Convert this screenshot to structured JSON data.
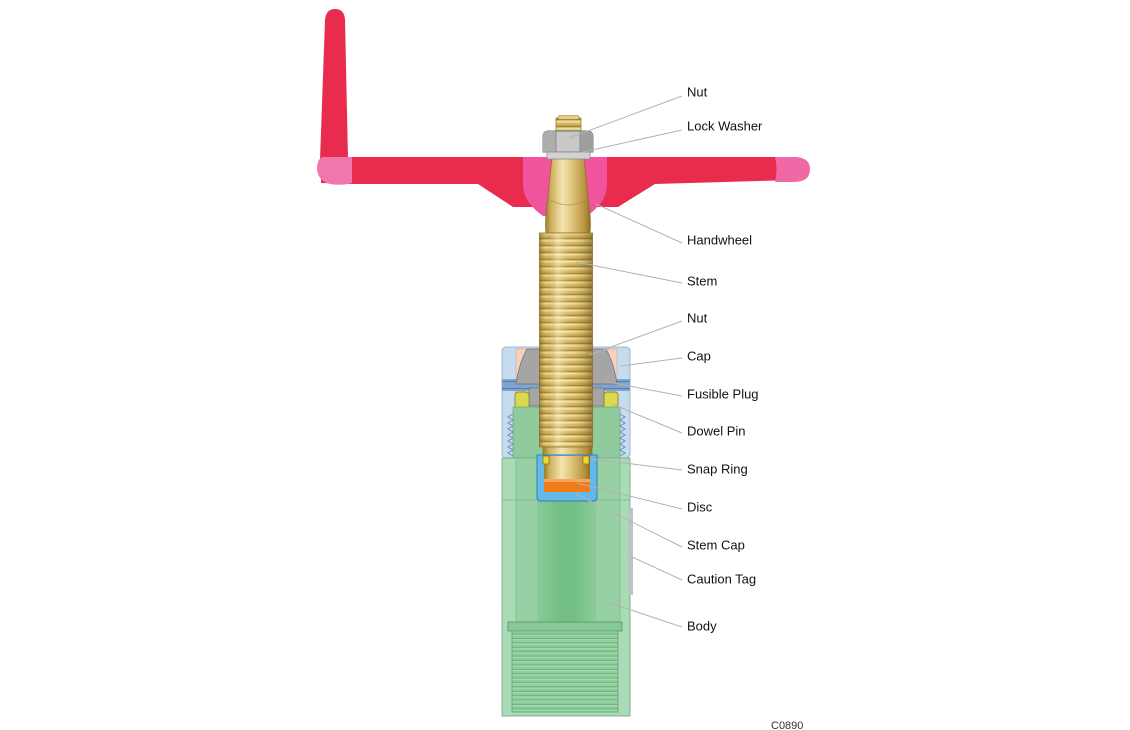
{
  "diagram": {
    "title": "valve-cutaway-diagram",
    "figure_code": "C0890",
    "labels": {
      "nut_top": "Nut",
      "lock_washer": "Lock Washer",
      "handwheel": "Handwheel",
      "stem": "Stem",
      "nut_lower": "Nut",
      "cap": "Cap",
      "fusible_plug": "Fusible Plug",
      "dowel_pin": "Dowel Pin",
      "snap_ring": "Snap Ring",
      "disc": "Disc",
      "stem_cap": "Stem Cap",
      "caution_tag": "Caution Tag",
      "body": "Body"
    },
    "colors": {
      "handwheel_red": "#E92B4D",
      "hub_pink": "#F0549C",
      "handle_end_pink": "#F176AE",
      "stem_gold": "#D9BD6E",
      "stem_gold_dark": "#A8873B",
      "nut_gray": "#B8B8B8",
      "cap_blue": "#C7DBEF",
      "fusible_band_blue": "#7FA5CE",
      "bonnet_salmon": "#F8D0BE",
      "dowel_pin_yellow": "#DADA4E",
      "body_green": "#96D0A3",
      "body_green_light": "#ABDAB6",
      "stem_cap_blue": "#64B9E9",
      "disc_orange": "#F07B1A",
      "snap_ring_yellow": "#EBD83E",
      "caution_tag_gray": "#BCC2C8",
      "leader_line": "#B3B3B3",
      "label_text": "#111111"
    }
  }
}
